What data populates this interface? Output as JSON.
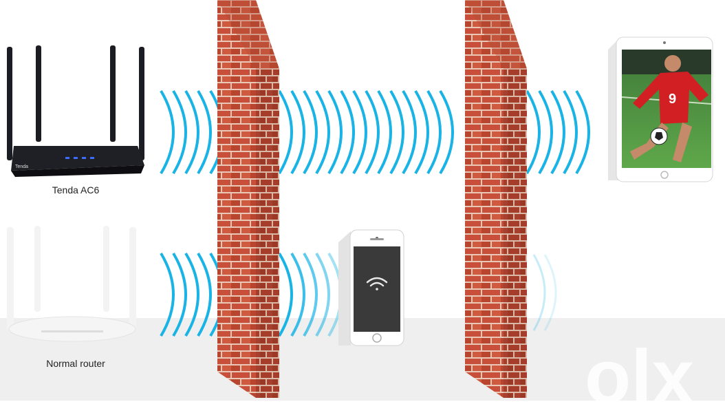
{
  "labels": {
    "tenda": "Tenda AC6",
    "normal": "Normal router",
    "brand": "Tenda"
  },
  "colors": {
    "wave": "#1ab3e6",
    "brick": "#c8503a",
    "mortar": "#e8c8b6",
    "floor": "#efefef",
    "router_dark": "#1c1d22",
    "router_light": "#f1f1f1",
    "led": "#3a6cff"
  },
  "jersey_number": "9",
  "watermark": "olx",
  "icons": {
    "wifi": "wifi-icon"
  }
}
